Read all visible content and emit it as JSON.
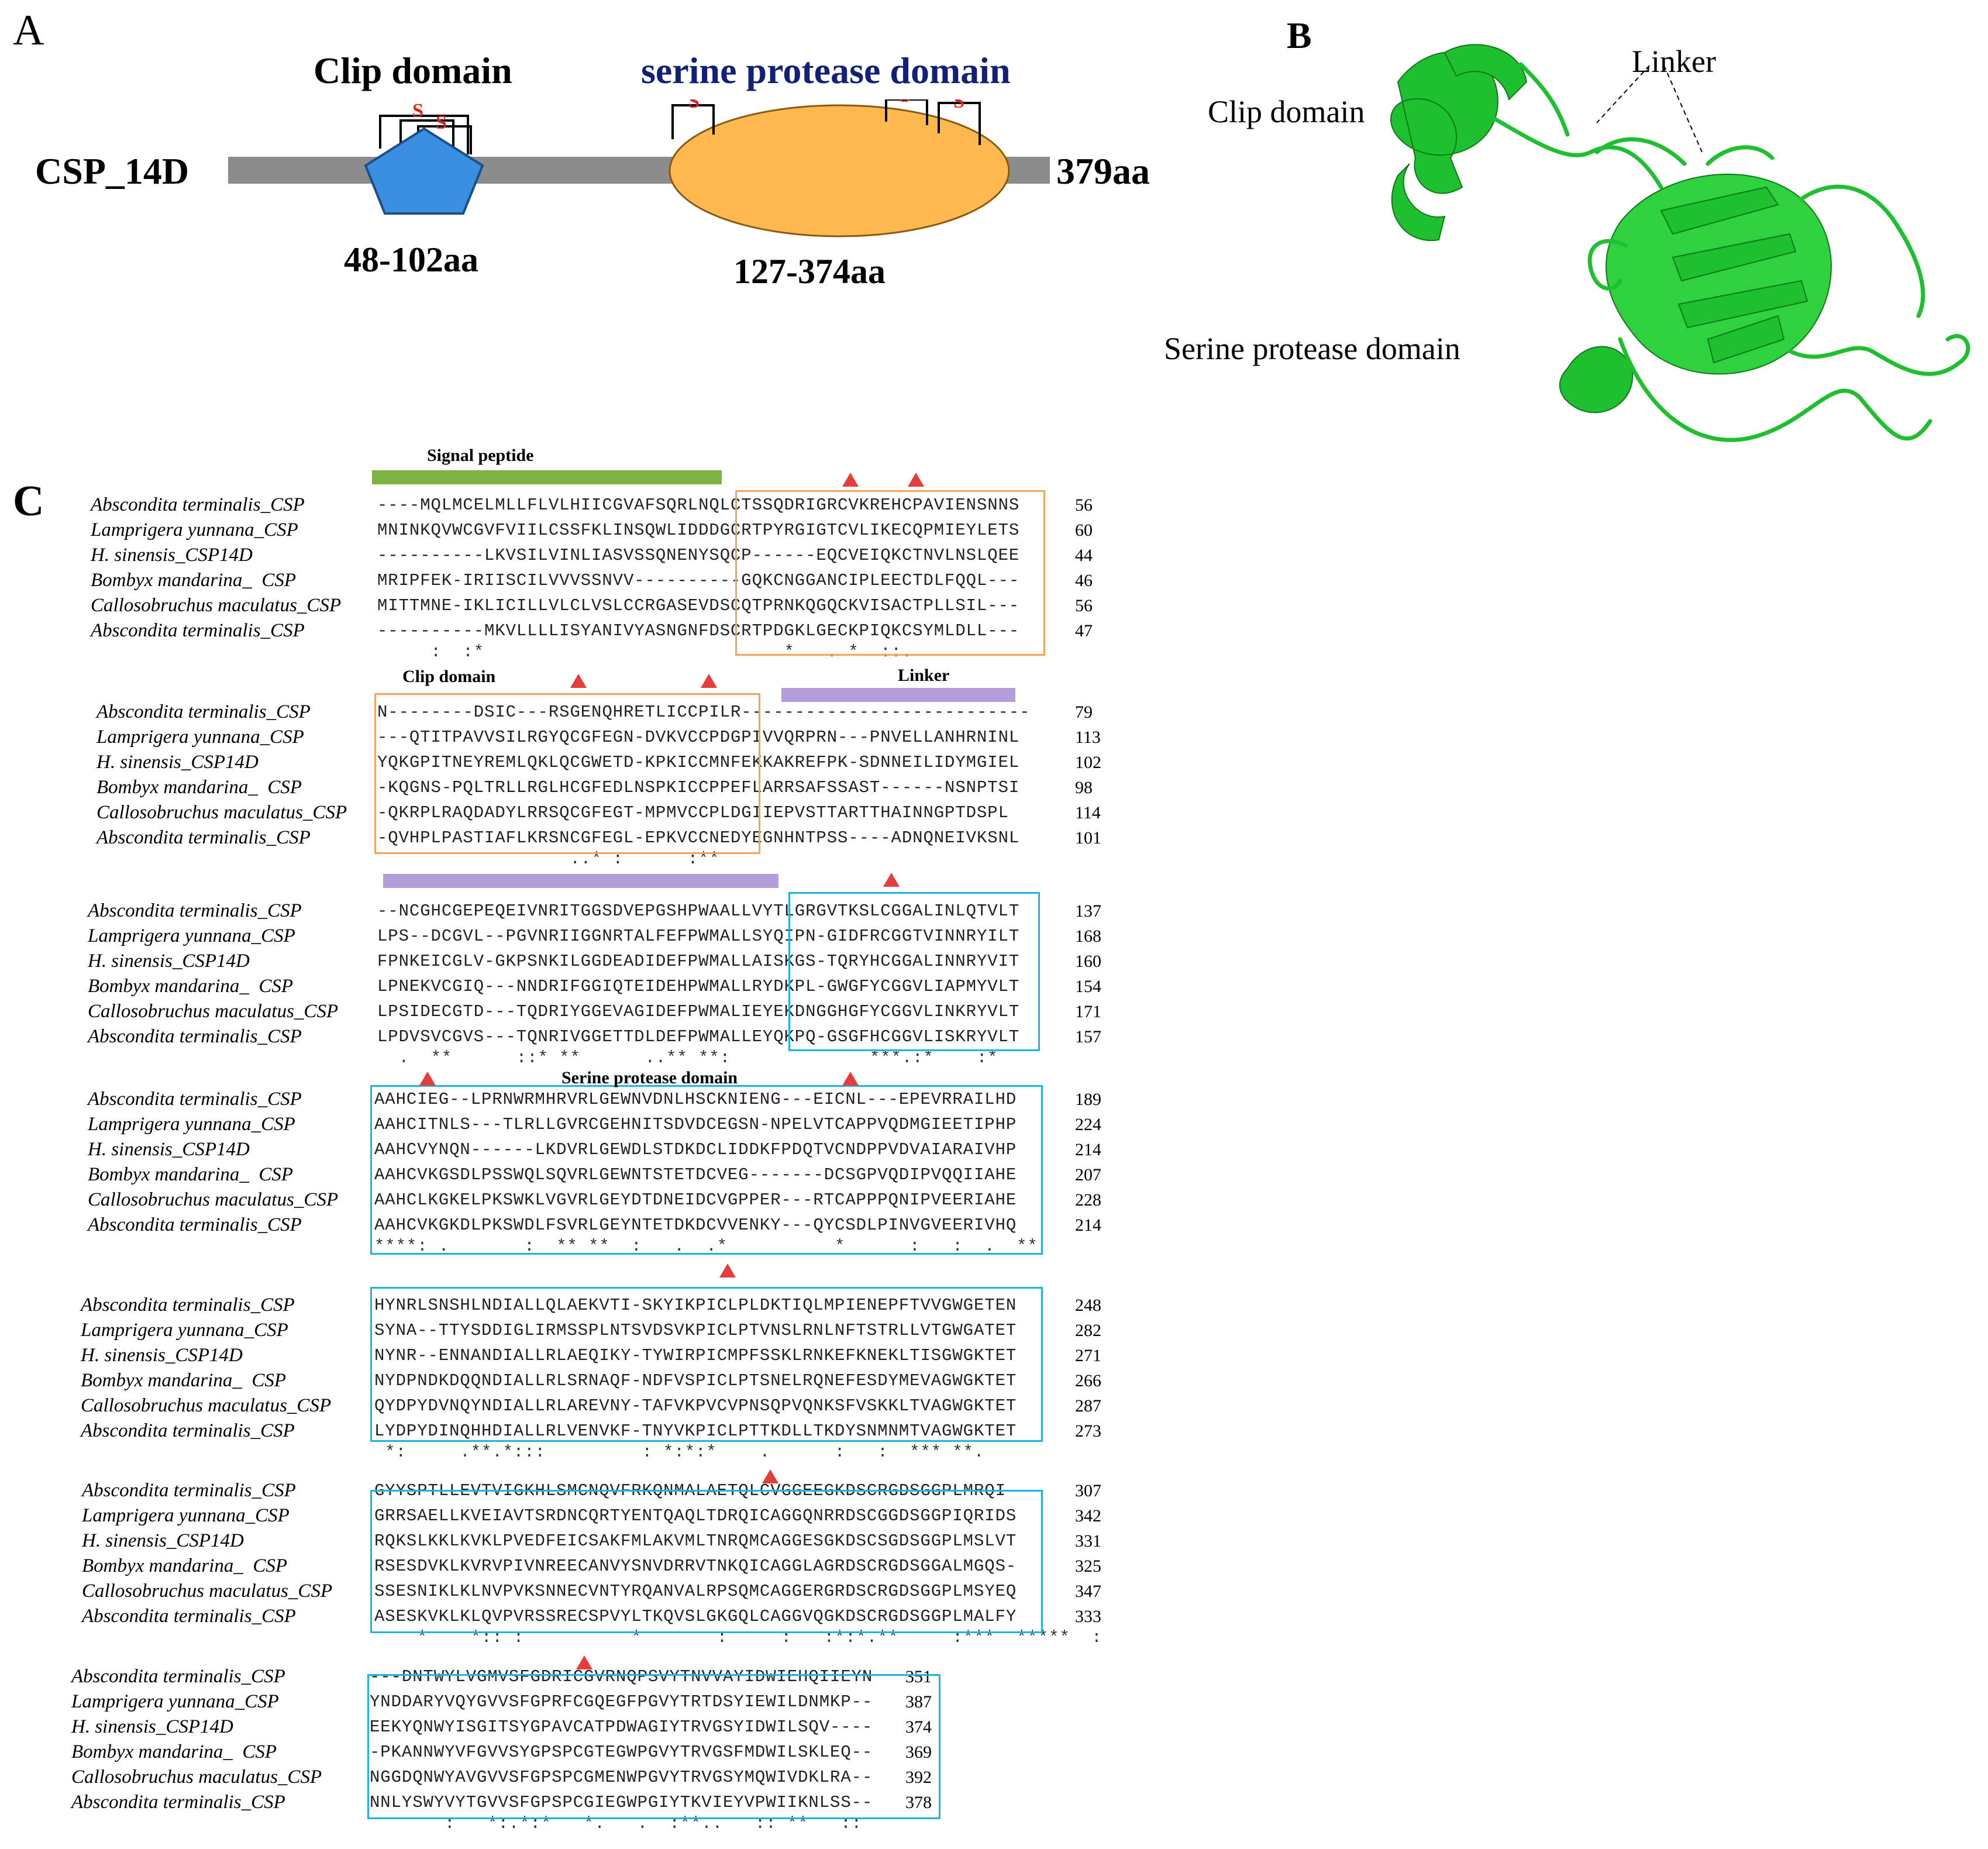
{
  "panels": {
    "a": "A",
    "b": "B",
    "c": "C"
  },
  "panel_a": {
    "protein_name": "CSP_14D",
    "length_label": "379aa",
    "clip_title": "Clip domain",
    "clip_range": "48-102aa",
    "sp_title": "serine protease domain",
    "sp_range": "127-374aa",
    "disulfide_symbol": "S",
    "colors": {
      "backbone": "#8c8c8c",
      "clip": "#3a8fe0",
      "sp": "#fdb94e",
      "sp_title": "#13207a",
      "disulfide": "#e3231b"
    }
  },
  "panel_b": {
    "clip_label": "Clip domain",
    "linker_label": "Linker",
    "sp_label": "Serine protease domain",
    "structure_color": "#1fc02f"
  },
  "panel_c": {
    "labels": {
      "signal": "Signal peptide",
      "clip": "Clip domain",
      "linker": "Linker",
      "sp": "Serine protease domain"
    },
    "colors": {
      "signal_bar": "#7cb342",
      "linker_bar": "#b39ddb",
      "orange_box": "#f5a25d",
      "blue_box": "#19b6e2",
      "triangle": "#e53c3c"
    },
    "names": [
      "Abscondita terminalis_CSP",
      "Lamprigera yunnana_CSP",
      "H. sinensis_CSP14D",
      "Bombyx mandarina_  CSP",
      "Callosobruchus maculatus_CSP",
      "Abscondita terminalis_CSP"
    ],
    "blocks": [
      {
        "seqs": [
          "----MQLMCELMLLFLVLHIICGVAFSQRLNQLCTSSQDRIGRCVKREHCPAVIENSNNS",
          "MNINKQVWCGVFVIILCSSFKLINSQWLIDDDGCRTPYRGIGTCVLIKECQPMIEYLETS",
          "----------LKVSILVINLIASVSSQNENYSQCP------EQCVEIQKCTNVLNSLQEE",
          "MRIPFEK-IRIISCILVVVSSNVV----------GQKCNGGANCIPLEECTDLFQQL---",
          "MITTMNE-IKLICILLVLCLVSLCCRGASEVDSCQTPRNKQGQCKVISACTPLLSIL---",
          "----------MKVLLLLISYANIVYASNGNFDSCRTPDGKLGECKPIQKCSYMLDLL---"
        ],
        "nums": [
          "56",
          "60",
          "44",
          "46",
          "56",
          "47"
        ],
        "cons": "     :  :*                            *   . *  ::."
      },
      {
        "seqs": [
          "N--------DSIC---RSGENQHRETLICCPILR---------------------------",
          "---QTITPAVVSILRGYQCGFEGN-DVKVCCPDGPIVVQRPRN---PNVELLANHRNINL",
          "YQKGPITNEYREMLQKLQCGWETD-KPKICCMNFEKKAKREFPK-SDNNEILIDYMGIEL",
          "-KQGNS-PQLTRLLRGLHCGFEDLNSPKICCPPEFLARRSAFSSAST------NSNPTSI",
          "-QKRPLRAQDADYLRRSQCGFEGT-MPMVCCPLDGIIEPVSTTARTTHAINNGPTDSPL",
          "-QVHPLPASTIAFLKRSNCGFEGL-EPKVCCNEDYEGNHNTPSS----ADNQNEIVKSNL"
        ],
        "nums": [
          "79",
          "113",
          "102",
          "98",
          "114",
          "101"
        ],
        "cons": "                  ..* :      :**"
      },
      {
        "seqs": [
          "--NCGHCGEPEQEIVNRITGGSDVEPGSHPWAALLVYTLGRGVTKSLCGGALINLQTVLT",
          "LPS--DCGVL--PGVNRIIGGNRTALFEFPWMALLSYQIPN-GIDFRCGGTVINNRYILT",
          "FPNKEICGLV-GKPSNKILGGDEADIDEFPWMALLAISKGS-TQRYHCGGALINNRYVIT",
          "LPNEKVCGIQ---NNDRIFGGIQTEIDEHPWMALLRYDKPL-GWGFYCGGVLIAPMYVLT",
          "LPSIDECGTD---TQDRIYGGEVAGIDEFPWMALIEYEKDNGGHGFYCGGVLINKRYVLT",
          "LPDVSVCGVS---TQNRIVGGETTDLDEFPWMALLEYQKPQ-GSGFHCGGVLISKRYVLT"
        ],
        "nums": [
          "137",
          "168",
          "160",
          "154",
          "171",
          "157"
        ],
        "cons": "  .  **      ::* **      ..** **:             ***.:*    :*"
      },
      {
        "seqs": [
          "AAHCIEG--LPRNWRMHRVRLGEWNVDNLHSCKNIENG---EICNL---EPEVRRAILHD",
          "AAHCITNLS---TLRLLGVRCGEHNITSDVDCEGSN-NPELVTCAPPVQDMGIEETIPHP",
          "AAHCVYNQN------LKDVRLGEWDLSTDKDCLIDDKFPDQTVCNDPPVDVAIARAIVHP",
          "AAHCVKGSDLPSSWQLSQVRLGEWNTSTETDCVEG-------DCSGPVQDIPVQQIIAHE",
          "AAHCLKGKELPKSWKLVGVRLGEYDTDNEIDCVGPPER---RTCAPPPQNIPVEERIAHE",
          "AAHCVKGKDLPKSWDLFSVRLGEYNTETDKDCVVENKY---QYCSDLPINVGVEERIVHQ"
        ],
        "nums": [
          "189",
          "224",
          "214",
          "207",
          "228",
          "214"
        ],
        "cons": "****: .       :  ** **  :   .  .*          *      :   :  .  **"
      },
      {
        "seqs": [
          "HYNRLSNSHLNDIALLQLAEKVTI-SKYIKPICLPLDKTIQLMPIENEPFTVVGWGETEN",
          "SYNA--TTYSDDIGLIRMSSPLNTSVDSVKPICLPTVNSLRNLNFTSTRLLVTGWGATET",
          "NYNR--ENNANDIALLRLAEQIKY-TYWIRPICMPFSSKLRNKEFKNEKLTISGWGKTET",
          "NYDPNDKDQQNDIALLRLSRNAQF-NDFVSPICLPTSNELRQNEFESDYMEVAGWGKTET",
          "QYDPYDVNQYNDIALLRLAREVNY-TAFVKPVCVPNSQPVQNKSFVSKKLTVAGWGKTET",
          "LYDPYDINQHHDIALLRLVENVKF-TNYVKPICLPTTKDLLTKDYSNMNMTVAGWGKTET"
        ],
        "nums": [
          "248",
          "282",
          "271",
          "266",
          "287",
          "273"
        ],
        "cons": " *:     .**.*:::         : *:*:*    .      :   :  *** **."
      },
      {
        "seqs": [
          "GYYSPTLLEVTVIGKHLSMCNQVFRKQNMALAETQLCVGGEEGKDSCRGDSGGPLMRQI-",
          "GRRSAELLKVEIAVTSRDNCQRTYENTQAQLTDRQICAGGQNRRDSCGGDSGGPIQRIDS",
          "RQKSLKKLKVKLPVEDFEICSAKFMLAKVMLTNRQMCAGGESGKDSCSGDSGGPLMSLVT",
          "RSESDVKLKVRVPIVNREECANVYSNVDRRVTNKQICAGGLAGRDSCRGDSGGALMGQS-",
          "SSESNIKLKLNVPVKSNNECVNTYRQANVALRPSQMCAGGERGRDSCRGDSGGPLMSYEQ",
          "ASESKVKLKLQVPVRSSRECSPVYLTKQVSLGKGQLCAGGVQGKDSCRGDSGGPLMALFY"
        ],
        "nums": [
          "307",
          "342",
          "331",
          "325",
          "347",
          "333"
        ],
        "cons": "    *    *:: :          *       :     :   :*:*.**     :***  *****  :"
      },
      {
        "seqs": [
          "---DNTWYLVGMVSFGDRICGVRNQPSVYTNVVAYIDWIEHQIIEYN",
          "YNDDARYVQYGVVSFGPRFCGQEGFPGVYTRTDSYIEWILDNMKP--",
          "EEKYQNWYISGITSYGPAVCATPDWAGIYTRVGSYIDWILSQV----",
          "-PKANNWYVFGVVSYGPSPCGTEGWPGVYTRVGSFMDWILSKLEQ--",
          "NGGDQNWYAVGVVSFGPSPCGMENWPGVYTRVGSYMQWIVDKLRA--",
          "NNLYSWYVYTGVVSFGPSPCGIEGWPGIYTKVIEYVPWIIKNLSS--"
        ],
        "nums": [
          "351",
          "387",
          "374",
          "369",
          "392",
          "378"
        ],
        "cons": "       :   *:.*:*   *.   .  :**..   :: **   ::"
      }
    ]
  }
}
